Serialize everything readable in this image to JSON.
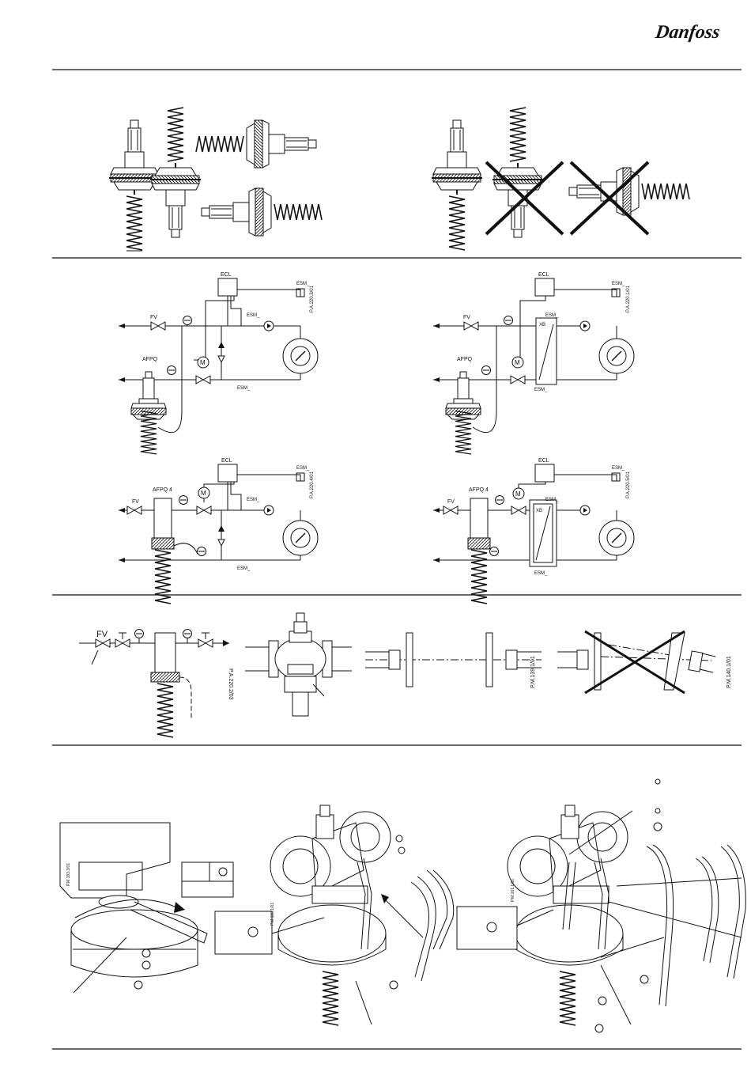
{
  "brand": {
    "logo_text": "Danfoss"
  },
  "section_mounting": {},
  "section_schemes": {
    "labels": {
      "ecl": "ECL",
      "esm": "ESM_",
      "fv": "FV",
      "afpq": "AFPQ",
      "afpq4": "AFPQ 4",
      "motor": "M",
      "xb": "XB"
    },
    "codes": [
      "P.A.220.3/01",
      "P.A.220.1/01",
      "P.A.220.4/01",
      "P.A.220.5/01"
    ]
  },
  "section_install": {
    "fv": "FV",
    "code_scheme": "P.A.220.2/03",
    "code_flange_ok": "P.M.139.1/01",
    "code_flange_bad": "P.M.140.1/01"
  },
  "section_impulse": {
    "codes": [
      "P.M.183.3/01",
      "P.M.186.1/01",
      "P.M.161.1/01"
    ]
  }
}
